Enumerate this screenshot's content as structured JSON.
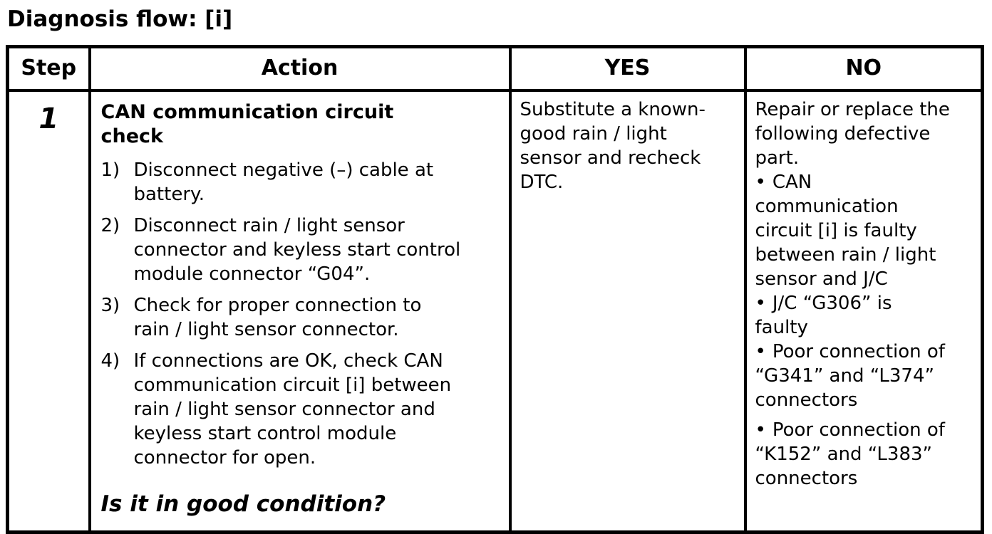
{
  "page": {
    "title": "Diagnosis flow: [i]"
  },
  "table": {
    "headers": [
      "Step",
      "Action",
      "YES",
      "NO"
    ],
    "rows": [
      {
        "step": "1",
        "action": {
          "heading": "CAN communication circuit\ncheck",
          "steps": [
            {
              "num": "1)",
              "text": "Disconnect negative (–) cable at\nbattery."
            },
            {
              "num": "2)",
              "text": "Disconnect rain / light sensor\nconnector and keyless start control\nmodule connector “G04”."
            },
            {
              "num": "3)",
              "text": "Check for proper connection to\nrain / light sensor connector."
            },
            {
              "num": "4)",
              "text": "If connections are OK, check CAN\ncommunication circuit [i] between\nrain / light sensor connector and\nkeyless start control module\nconnector for open."
            }
          ],
          "question": "Is it in good condition?"
        },
        "yes": "Substitute a known-\ngood rain / light\nsensor and recheck\nDTC.",
        "no": {
          "intro": "Repair or replace the\nfollowing defective\npart.",
          "bullet_marker": "•",
          "bullets": [
            "CAN\ncommunication\ncircuit [i] is faulty\nbetween rain / light\nsensor and J/C",
            "J/C “G306” is\nfaulty",
            "Poor connection of\n“G341” and “L374”\nconnectors",
            "Poor connection of\n“K152” and “L383”\nconnectors"
          ]
        }
      }
    ]
  },
  "colors": {
    "text": "#000000",
    "background": "#ffffff",
    "border": "#000000"
  }
}
